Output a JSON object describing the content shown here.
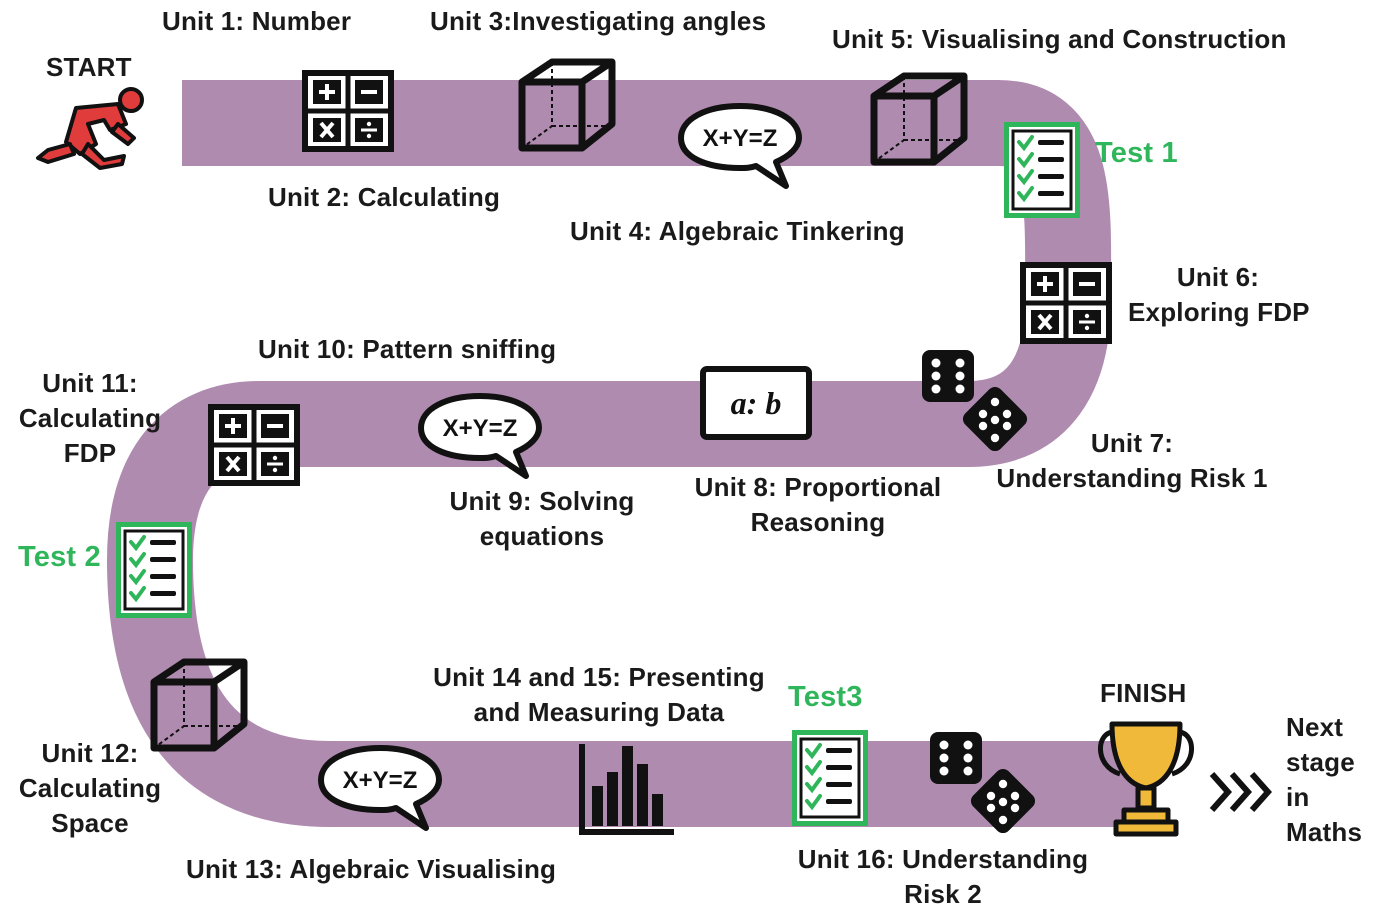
{
  "start_label": "START",
  "finish_label": "FINISH",
  "units": {
    "u1": "Unit 1: Number",
    "u2": "Unit 2: Calculating",
    "u3": "Unit 3:Investigating angles",
    "u4": "Unit 4:  Algebraic Tinkering",
    "u5": "Unit 5: Visualising and Construction",
    "u6_line1": "Unit 6:",
    "u6_line2": "Exploring FDP",
    "u7_line1": "Unit 7:",
    "u7_line2": "Understanding Risk 1",
    "u8_line1": "Unit 8: Proportional",
    "u8_line2": "Reasoning",
    "u9_line1": "Unit 9: Solving",
    "u9_line2": "equations",
    "u10": "Unit 10: Pattern sniffing",
    "u11_line1": "Unit 11:",
    "u11_line2": "Calculating",
    "u11_line3": "FDP",
    "u12_line1": "Unit 12:",
    "u12_line2": "Calculating",
    "u12_line3": "Space",
    "u13": "Unit 13: Algebraic Visualising",
    "u1415_line1": "Unit 14 and 15: Presenting",
    "u1415_line2": "and Measuring Data",
    "u16_line1": "Unit 16: Understanding",
    "u16_line2": "Risk 2"
  },
  "tests": {
    "t1": "Test 1",
    "t2": "Test 2",
    "t3": "Test3"
  },
  "next_stage": {
    "line1": "Next",
    "line2": "stage",
    "line3": "in",
    "line4": "Maths"
  },
  "icons": {
    "equation_text": "X+Y=Z",
    "ratio_text": "a:  b",
    "runner": "runner-icon",
    "operations": "operations-grid-icon",
    "cube": "cube-icon",
    "speech": "speech-bubble-icon",
    "checklist": "checklist-icon",
    "dice": "dice-icon",
    "bar_chart": "bar-chart-icon",
    "trophy": "trophy-icon",
    "chevrons": "triple-chevron-icon"
  },
  "colors": {
    "road": "#b08bb0",
    "test_green": "#2fb55a",
    "runner_red": "#e03c3c",
    "trophy_gold": "#f0b93a",
    "text": "#1a1a1a"
  }
}
